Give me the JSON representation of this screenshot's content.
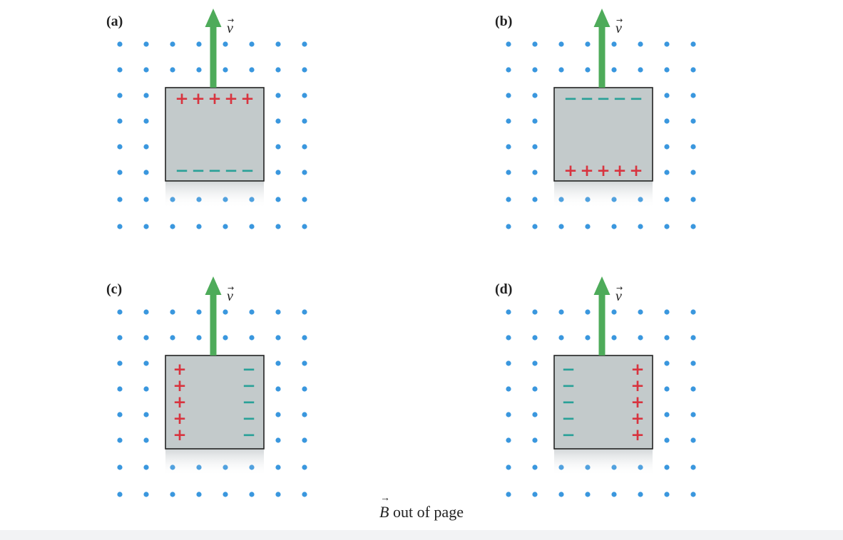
{
  "caption": {
    "symbol": "B",
    "text": "out of page"
  },
  "colors": {
    "field_dot": "#3a97de",
    "velocity_arrow": "#4eab5a",
    "plate_fill": "#c3cacb",
    "plate_border": "#222222",
    "positive_charge": "#d8343f",
    "negative_charge": "#2aa198"
  },
  "panels": [
    {
      "label": "(a)",
      "velocity_label": "v",
      "positive_side": "top",
      "negative_side": "bottom",
      "positive": "+++++",
      "negative": "−−−−−"
    },
    {
      "label": "(b)",
      "velocity_label": "v",
      "positive_side": "bottom",
      "negative_side": "top",
      "positive": "+++++",
      "negative": "−−−−−"
    },
    {
      "label": "(c)",
      "velocity_label": "v",
      "positive_side": "left",
      "negative_side": "right",
      "positive": "+++++",
      "negative": "−−−−−"
    },
    {
      "label": "(d)",
      "velocity_label": "v",
      "positive_side": "right",
      "negative_side": "left",
      "positive": "+++++",
      "negative": "−−−−−"
    }
  ]
}
